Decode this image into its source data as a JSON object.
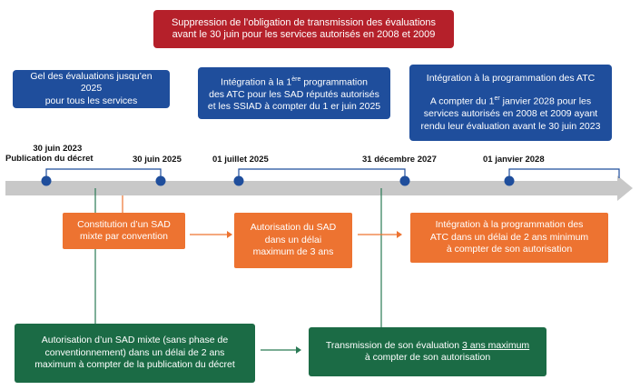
{
  "top_banner": {
    "line1": "Suppression de l’obligation de transmission des évaluations",
    "line2": "avant le 30 juin pour les services autorisés en 2008 et 2009"
  },
  "blue_boxes": {
    "gel": {
      "line1": "Gel des évaluations jusqu’en 2025",
      "line2": "pour tous les services"
    },
    "integration_first": {
      "line1a": "Intégration à la 1",
      "line1sup": "ère",
      "line1b": " programmation",
      "line2": "des ATC pour les SAD réputés autorisés",
      "line3": "et les SSIAD à compter du 1 er juin 2025"
    },
    "integration_atc": {
      "title": "Intégration à la programmation des ATC",
      "line1a": "A compter du 1",
      "line1sup": "er",
      "line1b": " janvier 2028 pour les",
      "line2": "services autorisés en 2008 et 2009 ayant",
      "line3": "rendu leur évaluation avant le 30 juin 2023"
    }
  },
  "timeline": {
    "dates": [
      {
        "line1": "30 juin 2023",
        "line2": "Publication du décret"
      },
      {
        "line1": "30 juin 2025"
      },
      {
        "line1": "01 juillet 2025"
      },
      {
        "line1": "31 décembre 2027"
      },
      {
        "line1": "01 janvier 2028"
      }
    ]
  },
  "orange_boxes": {
    "constitution": {
      "line1": "Constitution d’un SAD",
      "line2": "mixte par convention"
    },
    "autorisation": {
      "line1": "Autorisation du SAD",
      "line2": "dans un délai",
      "line3": "maximum de 3 ans"
    },
    "integration": {
      "line1": "Intégration à la programmation des",
      "line2": "ATC dans un délai de 2 ans minimum",
      "line3": "à compter de son autorisation"
    }
  },
  "green_boxes": {
    "autorisation_mixte": {
      "line1": "Autorisation d’un SAD mixte (sans phase de",
      "line2": "conventionnement) dans un délai de 2 ans",
      "line3": "maximum à compter de la publication du décret"
    },
    "transmission": {
      "line1a": "Transmission de son évaluation ",
      "line1u": "3 ans maximum",
      "line2": "à compter de son autorisation"
    }
  },
  "colors": {
    "red": "#b5202a",
    "blue": "#1f4e9c",
    "orange": "#ed7331",
    "green": "#1b6b45",
    "timeline": "#c8c8c8",
    "dot": "#1f4e9c"
  }
}
